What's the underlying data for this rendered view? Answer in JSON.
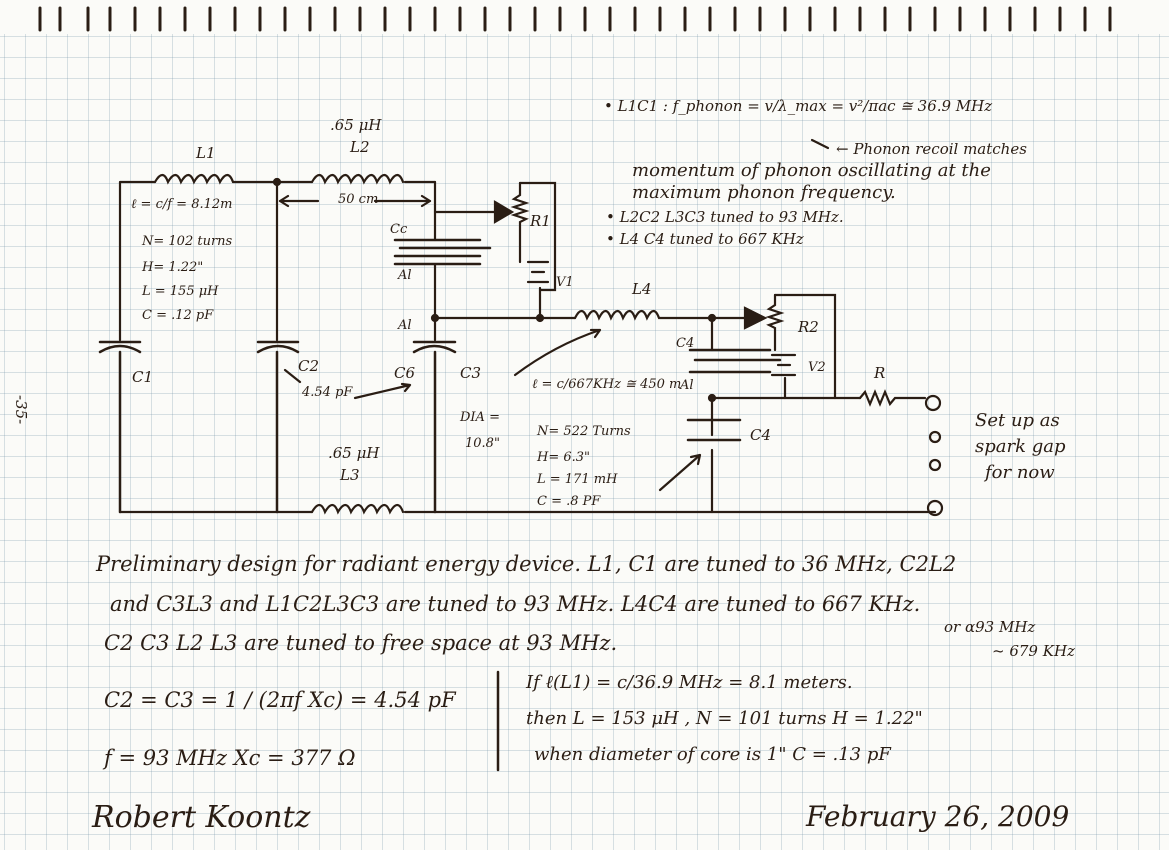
{
  "labels": {
    "l1": "L1",
    "l1_len": "ℓ = c/f = 8.12m",
    "l1_n": "N= 102 turns",
    "l1_h": "H= 1.22\"",
    "l1_l": "L = 155 μH",
    "l1_c": "C = .12 pF",
    "c1": "C1",
    "l2_val": ".65 μH",
    "l2": "L2",
    "dist": "50 cm",
    "cc": "Cc",
    "al_top": "Al",
    "al_mid": "Al",
    "r1": "R1",
    "v1": "V1",
    "l4": "L4",
    "c2": "C2",
    "c2_val": "4.54 pF",
    "c6": "C6",
    "c3": "C3",
    "l4_len": "ℓ = c/667KHz ≅ 450 m",
    "dia": "DIA =",
    "dia_val": "10.8\"",
    "l4_n": "N= 522 Turns",
    "l4_h": "H= 6.3\"",
    "l4_l": "L = 171 mH",
    "l4_c": "C = .8 PF",
    "c4_top": "C4",
    "al_right": "Al",
    "c4": "C4",
    "r2": "R2",
    "v2": "V2",
    "r": "R",
    "l3_val": ".65 μH",
    "l3": "L3",
    "side": "-35-"
  },
  "notes": [
    "• L1C1 : f_phonon = v/λ_max = v²/πac ≅ 36.9 MHz",
    "← Phonon recoil matches",
    "momentum of phonon oscillating at the",
    "maximum phonon frequency.",
    "• L2C2 L3C3 tuned to 93 MHz.",
    "• L4 C4 tuned to 667 KHz"
  ],
  "spark_note": [
    "Set up as",
    "spark gap",
    "for now"
  ],
  "description": [
    "Preliminary design for radiant energy device.  L1, C1  are tuned to 36 MHz,  C2L2",
    "and C3L3  and L1C2L3C3 are tuned to 93 MHz.  L4C4 are tuned to 667 KHz.",
    "C2 C3 L2 L3  are tuned to free space at 93 MHz."
  ],
  "alt_tuning": [
    "or α93 MHz",
    "~ 679 KHz"
  ],
  "formulas": {
    "cap": "C2 = C3 = 1 / (2πf Xc) = 4.54 pF",
    "freq": "f = 93 MHz   Xc = 377 Ω"
  },
  "calc": [
    "If ℓ(L1) = c/36.9 MHz = 8.1 meters.",
    "then L = 153 μH , N = 101 turns H = 1.22\"",
    "when diameter of core is 1\"  C = .13 pF"
  ],
  "signature": "Robert Koontz",
  "date": "February 26, 2009"
}
